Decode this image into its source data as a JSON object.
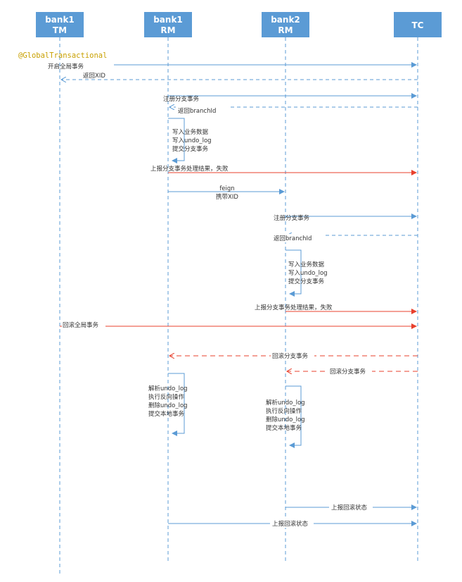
{
  "colors": {
    "header": "#5b9bd5",
    "line": "#5b9bd5",
    "red": "#e8412e",
    "annotation": "#c8a000",
    "text": "#333333"
  },
  "participants": [
    {
      "id": "tm",
      "line1": "bank1",
      "line2": "TM"
    },
    {
      "id": "rm1",
      "line1": "bank1",
      "line2": "RM"
    },
    {
      "id": "rm2",
      "line1": "bank2",
      "line2": "RM"
    },
    {
      "id": "tc",
      "line1": "TC",
      "line2": ""
    }
  ],
  "annotation": "@GlobalTransactional",
  "messages": [
    {
      "from": "tm",
      "to": "tc",
      "label": "开启全局事务",
      "dashed": false,
      "red": false
    },
    {
      "from": "tc",
      "to": "tm",
      "label": "返回XID",
      "dashed": true,
      "red": false
    },
    {
      "from": "rm1",
      "to": "tc",
      "label": "注册分支事务",
      "dashed": false,
      "red": false
    },
    {
      "from": "tc",
      "to": "rm1",
      "label": "返回branchId",
      "dashed": true,
      "red": false
    },
    {
      "from": "rm1",
      "to": "tc",
      "label": "上报分支事务处理结果，失败",
      "dashed": false,
      "red": true
    },
    {
      "from": "rm1",
      "to": "rm2",
      "label": "feign\n携带XID",
      "dashed": false,
      "red": false
    },
    {
      "from": "rm2",
      "to": "tc",
      "label": "注册分支事务",
      "dashed": false,
      "red": false
    },
    {
      "from": "tc",
      "to": "rm2",
      "label": "返回branchId",
      "dashed": true,
      "red": false
    },
    {
      "from": "rm2",
      "to": "tc",
      "label": "上报分支事务处理结果，失败",
      "dashed": false,
      "red": true
    },
    {
      "from": "tm",
      "to": "tc",
      "label": "回滚全局事务",
      "dashed": false,
      "red": true
    },
    {
      "from": "tc",
      "to": "rm1",
      "label": "回滚分支事务",
      "dashed": true,
      "red": true
    },
    {
      "from": "tc",
      "to": "rm2",
      "label": "回滚分支事务",
      "dashed": true,
      "red": true
    },
    {
      "from": "rm2",
      "to": "tc",
      "label": "上报回滚状态",
      "dashed": false,
      "red": false
    },
    {
      "from": "rm1",
      "to": "tc",
      "label": "上报回滚状态",
      "dashed": false,
      "red": false
    }
  ],
  "self_loops": [
    {
      "on": "rm1",
      "lines": [
        "写入业务数据",
        "写入undo_log",
        "提交分支事务"
      ]
    },
    {
      "on": "rm2",
      "lines": [
        "写入业务数据",
        "写入undo_log",
        "提交分支事务"
      ]
    },
    {
      "on": "rm1",
      "lines": [
        "解析undo_log",
        "执行反向操作",
        "删除undo_log",
        "提交本地事务"
      ]
    },
    {
      "on": "rm2",
      "lines": [
        "解析undo_log",
        "执行反向操作",
        "删除undo_log",
        "提交本地事务"
      ]
    }
  ]
}
